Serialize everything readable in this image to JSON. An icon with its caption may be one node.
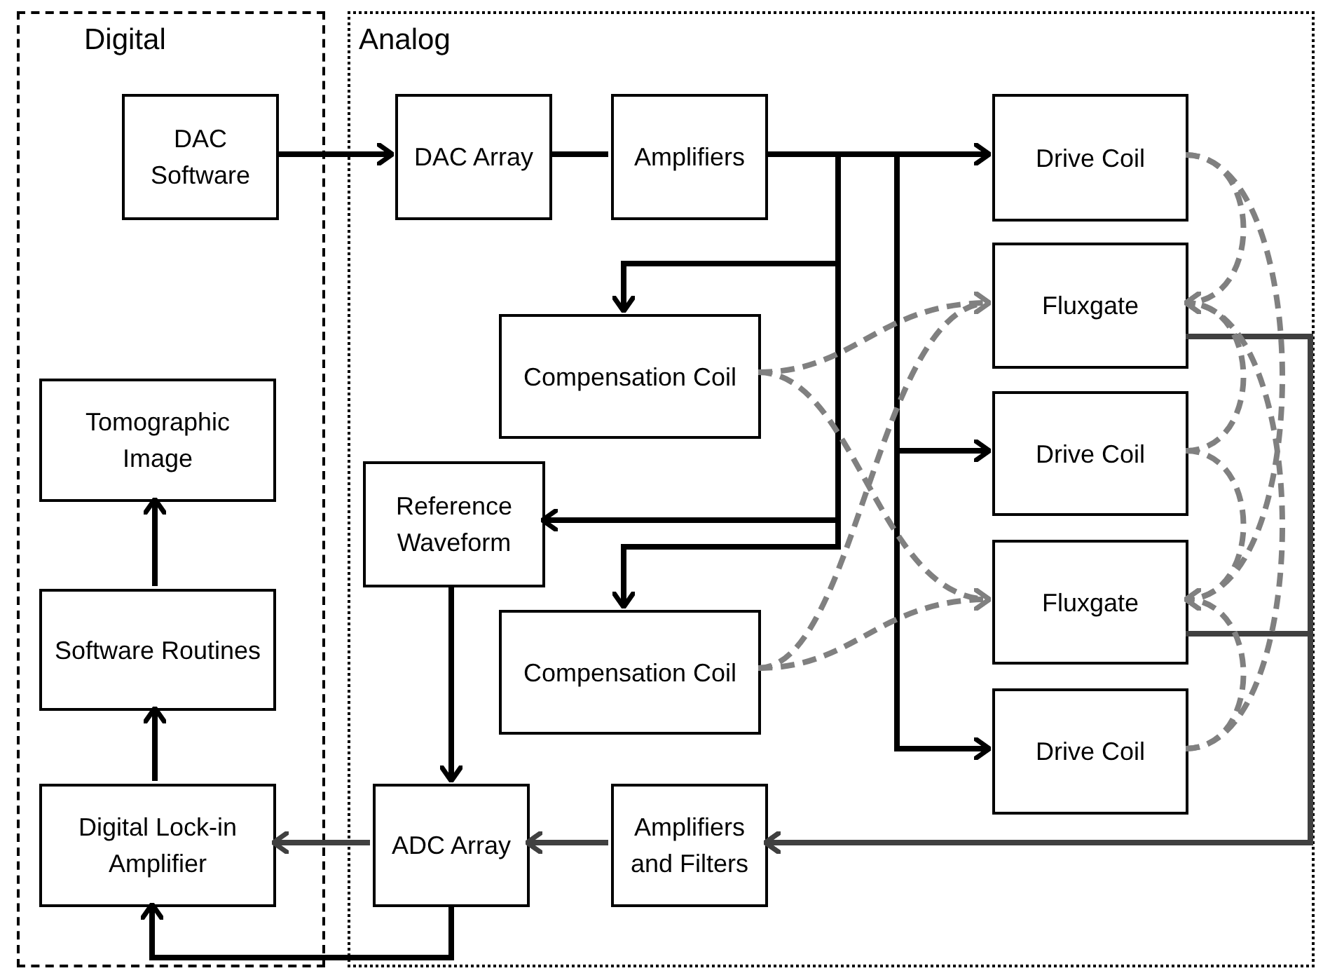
{
  "diagram": {
    "nodes": [
      {
        "text": [
          "Digital"
        ]
      },
      {
        "text": [
          "Analog"
        ]
      },
      {
        "text": [
          "DAC Software"
        ],
        "in": 0
      },
      {
        "text": [
          "Tomographic Image"
        ],
        "in": 0
      },
      {
        "text": [
          "Software Routines"
        ],
        "in": 0
      },
      {
        "text": [
          "Digital Lock-in Amplifier"
        ],
        "in": 0
      },
      {
        "text": [
          "DAC Array"
        ],
        "in": 1
      },
      {
        "text": [
          "Amplifiers"
        ],
        "in": 1
      },
      {
        "text": [
          "Drive Coil"
        ],
        "in": 1
      },
      {
        "text": [
          "Fluxgate"
        ],
        "in": 1
      },
      {
        "text": [
          "Compensation Coil"
        ],
        "in": 1
      },
      {
        "text": [
          "Drive Coil"
        ],
        "in": 1
      },
      {
        "text": [
          "Reference Waveform"
        ],
        "in": 1
      },
      {
        "text": [
          "Fluxgate"
        ],
        "in": 1
      },
      {
        "text": [
          "Compensation Coil"
        ],
        "in": 1
      },
      {
        "text": [
          "Drive Coil"
        ],
        "in": 1
      },
      {
        "text": [
          "ADC Array"
        ],
        "in": 1
      },
      {
        "text": [
          "Amplifiers and Filters"
        ],
        "in": 1
      }
    ],
    "edges": [
      {
        "from": 2,
        "to": 6,
        "arrow": "to"
      },
      {
        "from": 6,
        "to": 7,
        "arrow": "none"
      },
      {
        "from": 7,
        "to": 8,
        "arrow": "to"
      },
      {
        "from": 7,
        "to": 10,
        "arrow": "to"
      },
      {
        "from": 7,
        "to": 12,
        "arrow": "to"
      },
      {
        "from": 7,
        "to": 14,
        "arrow": "to"
      },
      {
        "from": 7,
        "to": 11,
        "arrow": "to"
      },
      {
        "from": 7,
        "to": 15,
        "arrow": "to"
      },
      {
        "from": 12,
        "to": 16,
        "arrow": "to"
      },
      {
        "from": 17,
        "to": 16,
        "arrow": "to",
        "color": "#404040"
      },
      {
        "from": 16,
        "to": 5,
        "arrow": "to",
        "color": "#404040"
      },
      {
        "from": 16,
        "to": 5,
        "arrow": "to"
      },
      {
        "from": 5,
        "to": 4,
        "arrow": "to"
      },
      {
        "from": 4,
        "to": 3,
        "arrow": "to"
      },
      {
        "from": 9,
        "to": 17,
        "arrow": "to",
        "color": "#404040"
      },
      {
        "from": 13,
        "to": 17,
        "arrow": "to",
        "color": "#404040"
      },
      {
        "from": 10,
        "to": 9,
        "arrow": "to",
        "style": "dashed",
        "color": "#808080"
      },
      {
        "from": 10,
        "to": 13,
        "arrow": "to",
        "style": "dashed",
        "color": "#808080"
      },
      {
        "from": 14,
        "to": 9,
        "arrow": "to",
        "style": "dashed",
        "color": "#808080"
      },
      {
        "from": 14,
        "to": 13,
        "arrow": "to",
        "style": "dashed",
        "color": "#808080"
      },
      {
        "from": 8,
        "to": 9,
        "arrow": "to",
        "style": "dashed",
        "color": "#808080"
      },
      {
        "from": 8,
        "to": 13,
        "arrow": "to",
        "style": "dashed",
        "color": "#808080"
      },
      {
        "from": 11,
        "to": 9,
        "arrow": "to",
        "style": "dashed",
        "color": "#808080"
      },
      {
        "from": 11,
        "to": 13,
        "arrow": "to",
        "style": "dashed",
        "color": "#808080"
      },
      {
        "from": 15,
        "to": 13,
        "arrow": "to",
        "style": "dashed",
        "color": "#808080"
      },
      {
        "from": 15,
        "to": 9,
        "arrow": "to",
        "style": "dashed",
        "color": "#808080"
      }
    ]
  }
}
